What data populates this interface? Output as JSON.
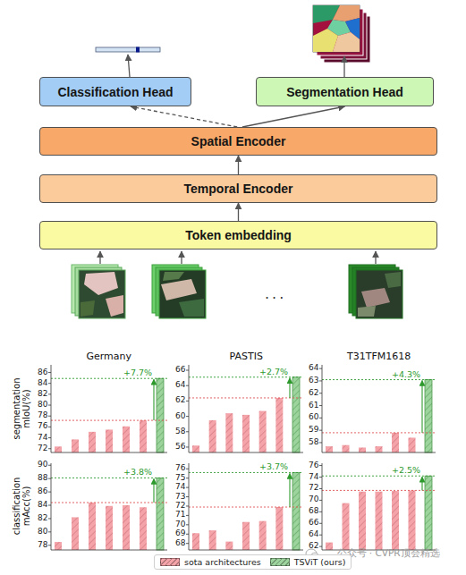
{
  "diagram": {
    "nodes": [
      {
        "text": [
          "Classification Head"
        ]
      },
      {
        "text": [
          "Segmentation Head"
        ]
      },
      {
        "text": [
          "Spatial Encoder"
        ]
      },
      {
        "text": [
          "Temporal Encoder"
        ]
      },
      {
        "text": [
          "Token embedding"
        ]
      }
    ],
    "edges": [
      {
        "from": 4,
        "to": 3,
        "arrow": "to"
      },
      {
        "from": 3,
        "to": 2,
        "arrow": "to"
      },
      {
        "from": 2,
        "to": 0,
        "arrow": "to"
      },
      {
        "from": 2,
        "to": 1,
        "arrow": "to"
      }
    ],
    "labels": [
      "...",
      "Germany",
      "PASTIS",
      "T31TFM1618",
      "segmentation mIoU(%)",
      "classification mAcc(%)",
      "86",
      "84",
      "82",
      "80",
      "78",
      "76",
      "74",
      "72",
      "66",
      "64",
      "62",
      "60",
      "58",
      "56",
      "64",
      "63",
      "62",
      "61",
      "60",
      "59",
      "58",
      "90",
      "88",
      "86",
      "84",
      "82",
      "80",
      "78",
      "76",
      "75",
      "74",
      "73",
      "72",
      "71",
      "70",
      "69",
      "68",
      "76",
      "74",
      "72",
      "70",
      "68",
      "66",
      "64",
      "62",
      "+7.7%",
      "+2.7%",
      "+4.3%",
      "+3.8%",
      "+3.7%",
      "+2.5%",
      "公众号 · CVPR顶会精选"
    ],
    "legend": [
      {
        "text": "sota architectures",
        "color": "#f4a3a9"
      },
      {
        "text": "TSViT (ours)",
        "color": "#9dd49d"
      }
    ]
  }
}
